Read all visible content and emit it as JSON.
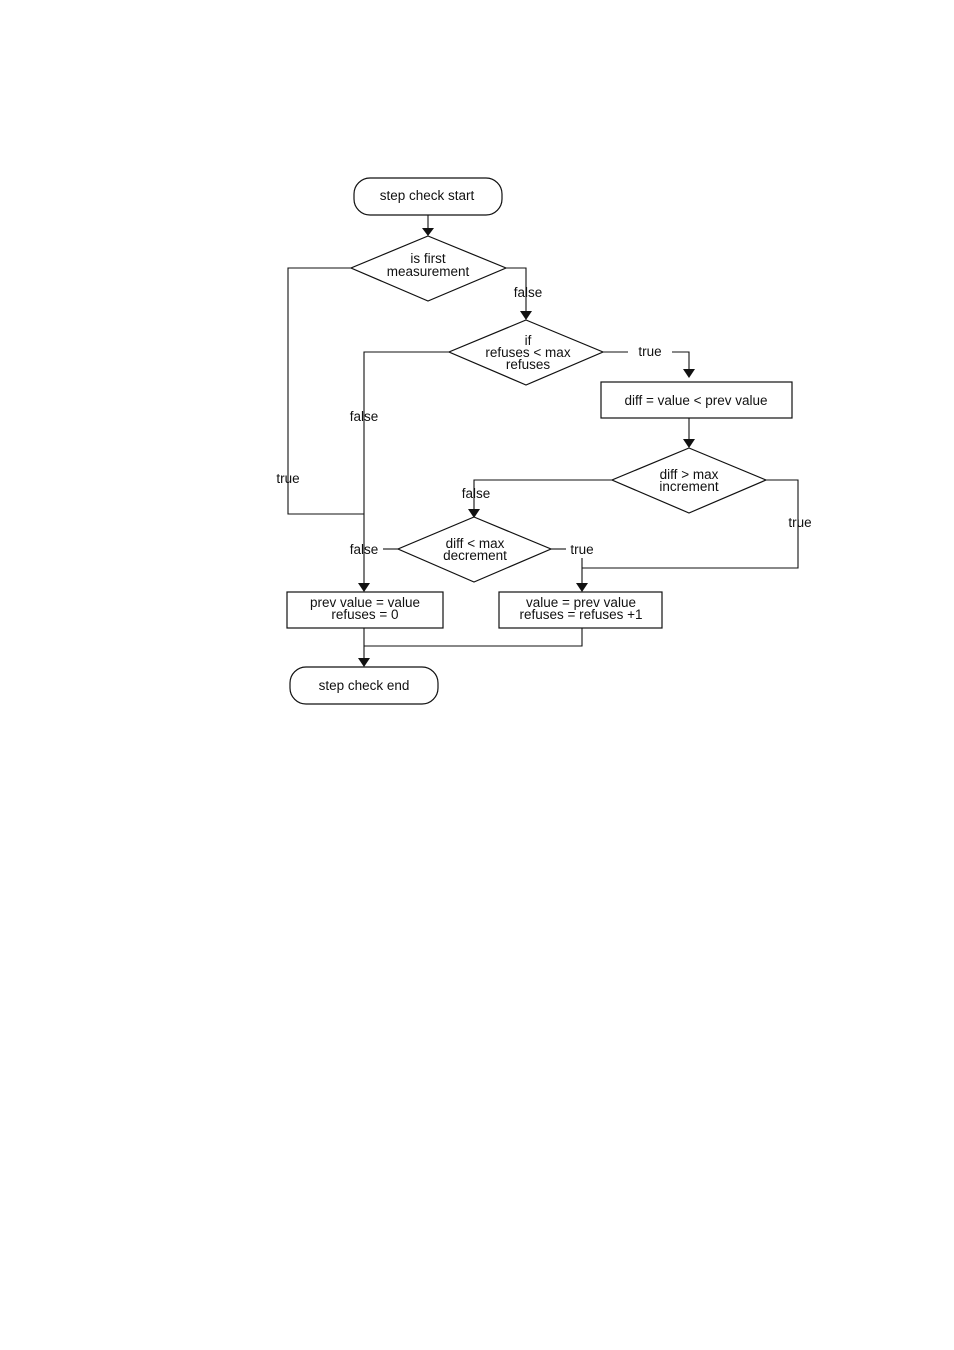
{
  "diagram": {
    "nodes": {
      "start": {
        "label": "step check start"
      },
      "is_first": {
        "lines": [
          "is first",
          "measurement"
        ]
      },
      "refuses_check": {
        "lines": [
          "if",
          "refuses < max",
          "refuses"
        ]
      },
      "diff_calc": {
        "label": "diff = value < prev value"
      },
      "max_increment": {
        "lines": [
          "diff > max",
          "increment"
        ]
      },
      "max_decrement": {
        "lines": [
          "diff < max",
          "decrement"
        ]
      },
      "reset_box": {
        "lines": [
          "prev value = value",
          "refuses = 0"
        ]
      },
      "refuse_box": {
        "lines": [
          "value = prev value",
          "refuses = refuses +1"
        ]
      },
      "end": {
        "label": "step check end"
      }
    },
    "edge_labels": {
      "is_first_true": "true",
      "is_first_false": "false",
      "refuses_true": "true",
      "refuses_false": "false",
      "increment_false": "false",
      "increment_true": "true",
      "decrement_false": "false",
      "decrement_true": "true"
    }
  }
}
